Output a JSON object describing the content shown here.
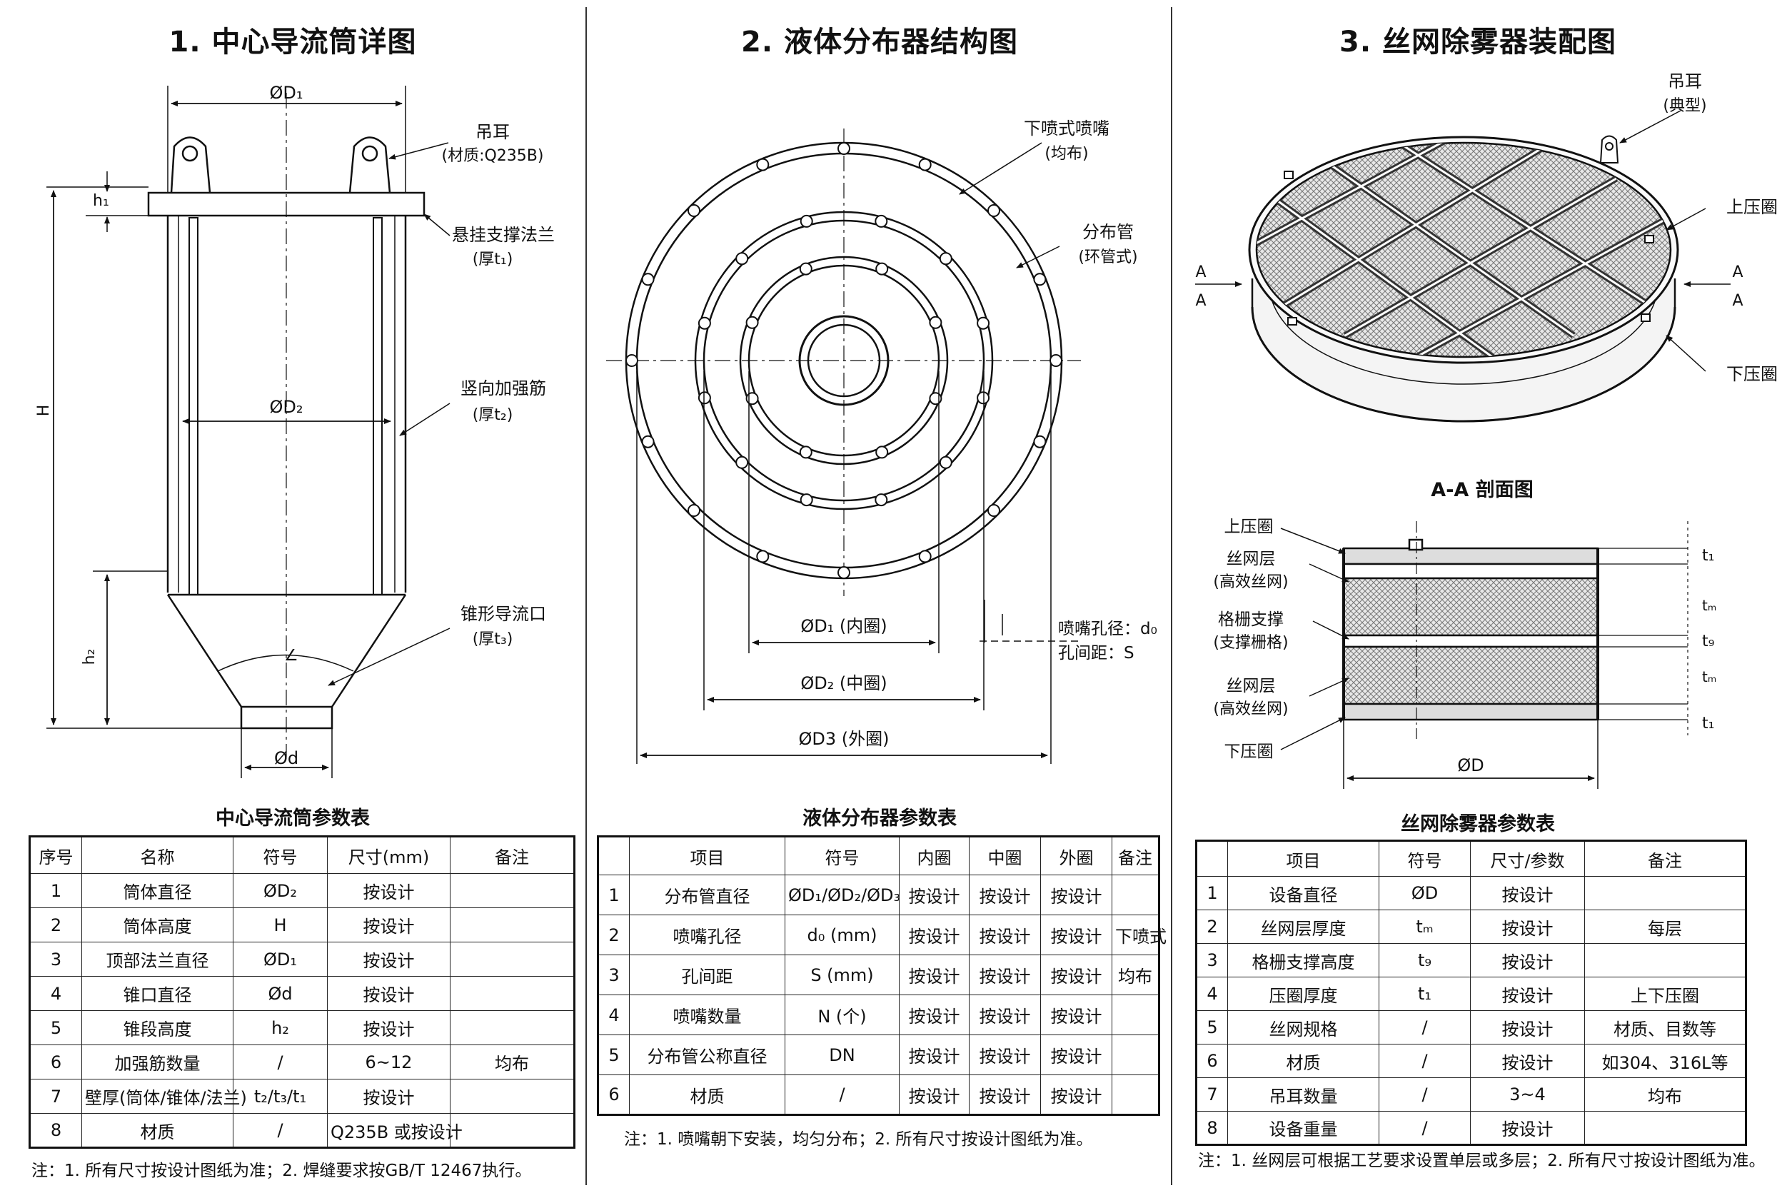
{
  "panel1": {
    "title": "1. 中心导流筒详图",
    "labels": {
      "top_dia": "ØD₁",
      "lug": "吊耳",
      "lug_material": "(材质:Q235B)",
      "flange": "悬挂支撑法兰",
      "flange_thk": "(厚t₁)",
      "h1": "h₁",
      "H": "H",
      "body_dia": "ØD₂",
      "rib": "竖向加强筋",
      "rib_thk": "(厚t₂)",
      "cone": "锥形导流口",
      "cone_thk": "(厚t₃)",
      "h2": "h₂",
      "outlet_dia": "Ød"
    },
    "table_title": "中心导流筒参数表",
    "headers": [
      "序号",
      "名称",
      "符号",
      "尺寸(mm)",
      "备注"
    ],
    "rows": [
      [
        "1",
        "筒体直径",
        "ØD₂",
        "按设计",
        ""
      ],
      [
        "2",
        "筒体高度",
        "H",
        "按设计",
        ""
      ],
      [
        "3",
        "顶部法兰直径",
        "ØD₁",
        "按设计",
        ""
      ],
      [
        "4",
        "锥口直径",
        "Ød",
        "按设计",
        ""
      ],
      [
        "5",
        "锥段高度",
        "h₂",
        "按设计",
        ""
      ],
      [
        "6",
        "加强筋数量",
        "/",
        "6~12",
        "均布"
      ],
      [
        "7",
        "壁厚(筒体/锥体/法兰)",
        "t₂/t₃/t₁",
        "按设计",
        ""
      ],
      [
        "8",
        "材质",
        "/",
        "Q235B 或按设计",
        ""
      ]
    ],
    "note": "注：1. 所有尺寸按设计图纸为准；2. 焊缝要求按GB/T 12467执行。"
  },
  "panel2": {
    "title": "2. 液体分布器结构图",
    "labels": {
      "nozzle": "下喷式喷嘴",
      "nozzle_sub": "(均布)",
      "pipe": "分布管",
      "pipe_sub": "(环管式)",
      "d1": "ØD₁ (内圈)",
      "d2": "ØD₂ (中圈)",
      "d3": "ØD3 (外圈)",
      "hole_dia": "喷嘴孔径：d₀",
      "hole_pitch": "孔间距：S"
    },
    "table_title": "液体分布器参数表",
    "headers": [
      "",
      "项目",
      "符号",
      "内圈",
      "中圈",
      "外圈",
      "备注"
    ],
    "rows": [
      [
        "1",
        "分布管直径",
        "ØD₁/ØD₂/ØD₃",
        "按设计",
        "按设计",
        "按设计",
        ""
      ],
      [
        "2",
        "喷嘴孔径",
        "d₀ (mm)",
        "按设计",
        "按设计",
        "按设计",
        "下喷式"
      ],
      [
        "3",
        "孔间距",
        "S (mm)",
        "按设计",
        "按设计",
        "按设计",
        "均布"
      ],
      [
        "4",
        "喷嘴数量",
        "N (个)",
        "按设计",
        "按设计",
        "按设计",
        ""
      ],
      [
        "5",
        "分布管公称直径",
        "DN",
        "按设计",
        "按设计",
        "按设计",
        ""
      ],
      [
        "6",
        "材质",
        "/",
        "按设计",
        "按设计",
        "按设计",
        ""
      ]
    ],
    "note": "注：1. 喷嘴朝下安装，均匀分布；2. 所有尺寸按设计图纸为准。"
  },
  "panel3": {
    "title": "3. 丝网除雾器装配图",
    "labels": {
      "lug": "吊耳",
      "lug_sub": "(典型)",
      "upper_ring": "上压圈",
      "lower_ring": "下压圈",
      "section_mark": "A",
      "section_title": "A-A 剖面图",
      "sec_upper_ring": "上压圈",
      "mesh1": "丝网层",
      "mesh1_sub": "(高效丝网)",
      "grid": "格栅支撑",
      "grid_sub": "(支撑栅格)",
      "mesh2": "丝网层",
      "mesh2_sub": "(高效丝网)",
      "sec_lower_ring": "下压圈",
      "od": "ØD",
      "t1": "t₁",
      "tg": "t₉",
      "tm": "tₘ"
    },
    "table_title": "丝网除雾器参数表",
    "headers": [
      "",
      "项目",
      "符号",
      "尺寸/参数",
      "备注"
    ],
    "rows": [
      [
        "1",
        "设备直径",
        "ØD",
        "按设计",
        ""
      ],
      [
        "2",
        "丝网层厚度",
        "tₘ",
        "按设计",
        "每层"
      ],
      [
        "3",
        "格栅支撑高度",
        "t₉",
        "按设计",
        ""
      ],
      [
        "4",
        "压圈厚度",
        "t₁",
        "按设计",
        "上下压圈"
      ],
      [
        "5",
        "丝网规格",
        "/",
        "按设计",
        "材质、目数等"
      ],
      [
        "6",
        "材质",
        "/",
        "按设计",
        "如304、316L等"
      ],
      [
        "7",
        "吊耳数量",
        "/",
        "3~4",
        "均布"
      ],
      [
        "8",
        "设备重量",
        "/",
        "按设计",
        ""
      ]
    ],
    "note": "注：1. 丝网层可根据工艺要求设置单层或多层；2. 所有尺寸按设计图纸为准。"
  }
}
